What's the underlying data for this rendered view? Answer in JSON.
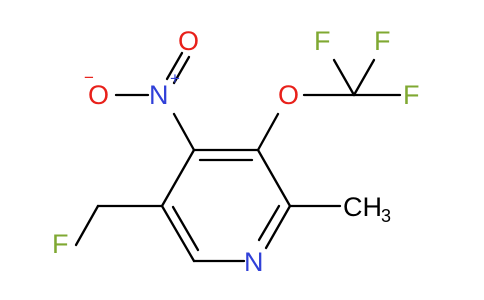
{
  "molecule": {
    "labels": {
      "fluoromethyl_F": "F",
      "nitro_O_top": "O",
      "nitro_O_charge": "−",
      "nitro_O_left": "O",
      "nitro_N": "N",
      "nitro_N_charge": "+",
      "ether_O": "O",
      "cf3_F_left": "F",
      "cf3_F_right": "F",
      "cf3_F_bottom": "F",
      "ring_N": "N",
      "methyl_CH": "CH",
      "methyl_3": "3"
    },
    "colors": {
      "fluorine": "#7fa832",
      "oxygen": "#e8201a",
      "nitrogen": "#3040d8",
      "carbon_bond": "#000000"
    }
  }
}
